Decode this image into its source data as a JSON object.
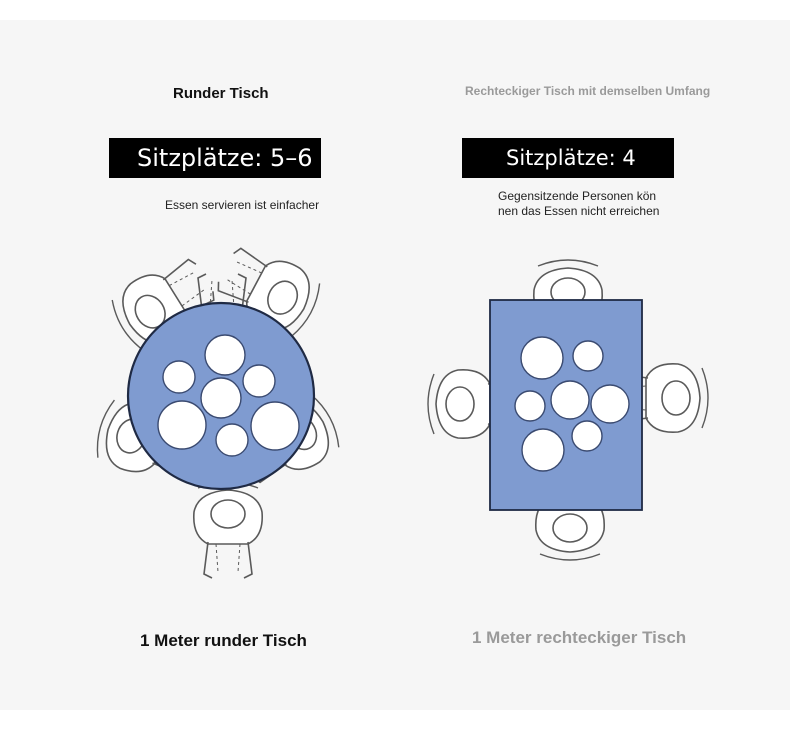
{
  "left": {
    "title": "Runder Tisch",
    "seats": "Sitzplätze: 5–6",
    "note": "Essen servieren ist einfacher",
    "caption": "1 Meter runder Tisch"
  },
  "right": {
    "title": "Rechteckiger Tisch mit demselben Umfang",
    "seats": "Sitzplätze: 4",
    "note_line1": "Gegensitzende Personen kön",
    "note_line2": "nen das Essen nicht erreichen",
    "caption": "1 Meter rechteckiger Tisch"
  },
  "colors": {
    "table_fill": "#7f9bd0",
    "table_stroke": "#1f2a44",
    "plate_fill": "#ffffff",
    "person_stroke": "#5a5a5a"
  },
  "icons": [
    "round-table-icon",
    "rectangular-table-icon",
    "seated-person-icon",
    "plate-icon"
  ]
}
